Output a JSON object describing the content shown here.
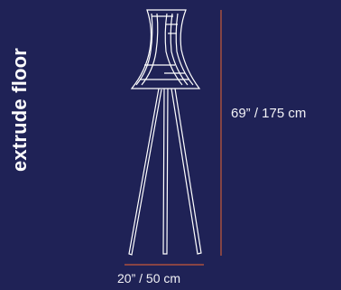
{
  "product": {
    "title": "extrude floor"
  },
  "dimensions": {
    "height_label": "69” / 175 cm",
    "width_label": "20” / 50 cm"
  },
  "colors": {
    "background": "#1f2256",
    "lamp_outline": "#ffffff",
    "dimension_line": "#c85a3a",
    "text": "#f2f2f6"
  }
}
